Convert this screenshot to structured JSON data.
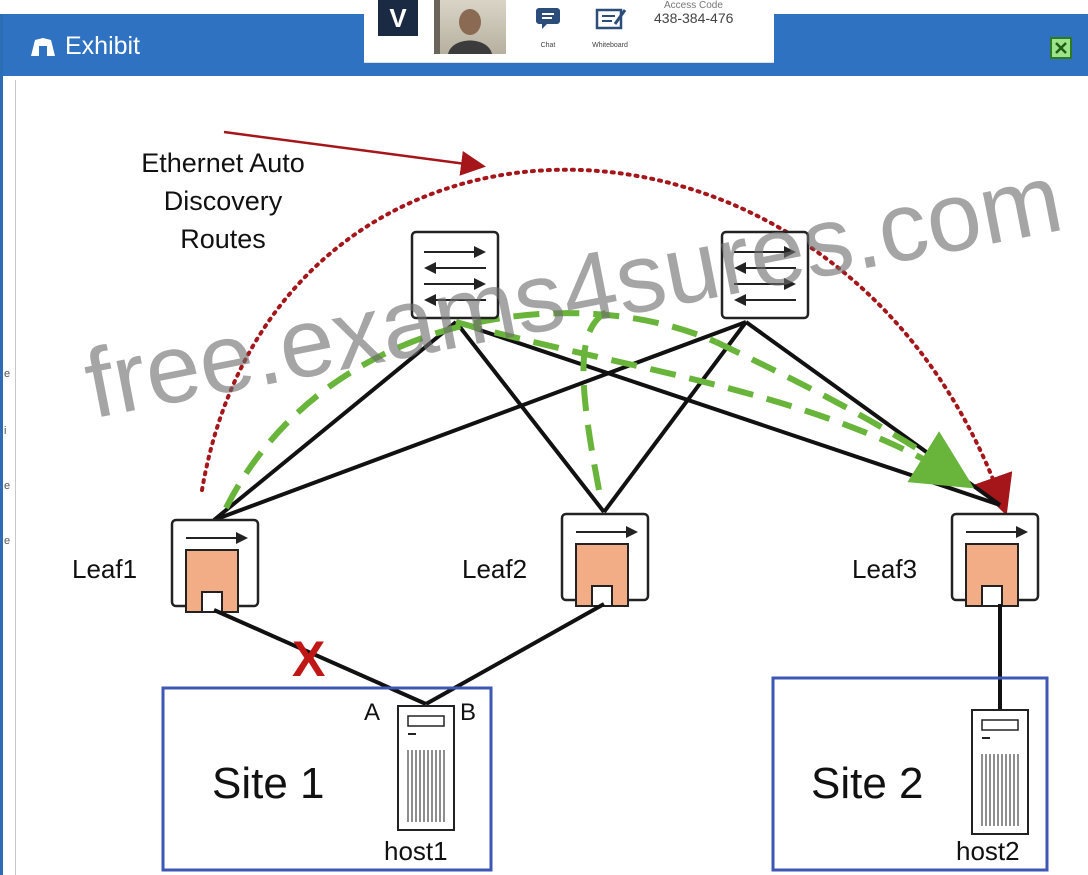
{
  "window": {
    "title": "Exhibit",
    "close_icon": "close-icon",
    "title_icon": "exhibit-icon"
  },
  "meeting": {
    "logo": "V",
    "chat_label": "Chat",
    "whiteboard_label": "Whiteboard",
    "access_label": "Access Code",
    "access_code": "438-384-476"
  },
  "sidebar_marks": [
    "e",
    "i",
    "e",
    "e"
  ],
  "diagram": {
    "annotation": [
      "Ethernet Auto",
      "Discovery",
      "Routes"
    ],
    "leaf1": "Leaf1",
    "leaf2": "Leaf2",
    "leaf3": "Leaf3",
    "site1": "Site 1",
    "site2": "Site 2",
    "host1": "host1",
    "host2": "host2",
    "link_a": "A",
    "link_b": "B",
    "failure_mark": "X",
    "colors": {
      "site_border": "#3d57b5",
      "leaf_orange": "#f3ad86",
      "green_dash": "#69b43a",
      "red_dots": "#a4161a",
      "arrow_red": "#a4161a"
    }
  },
  "watermark": "free.exams4sures.com"
}
